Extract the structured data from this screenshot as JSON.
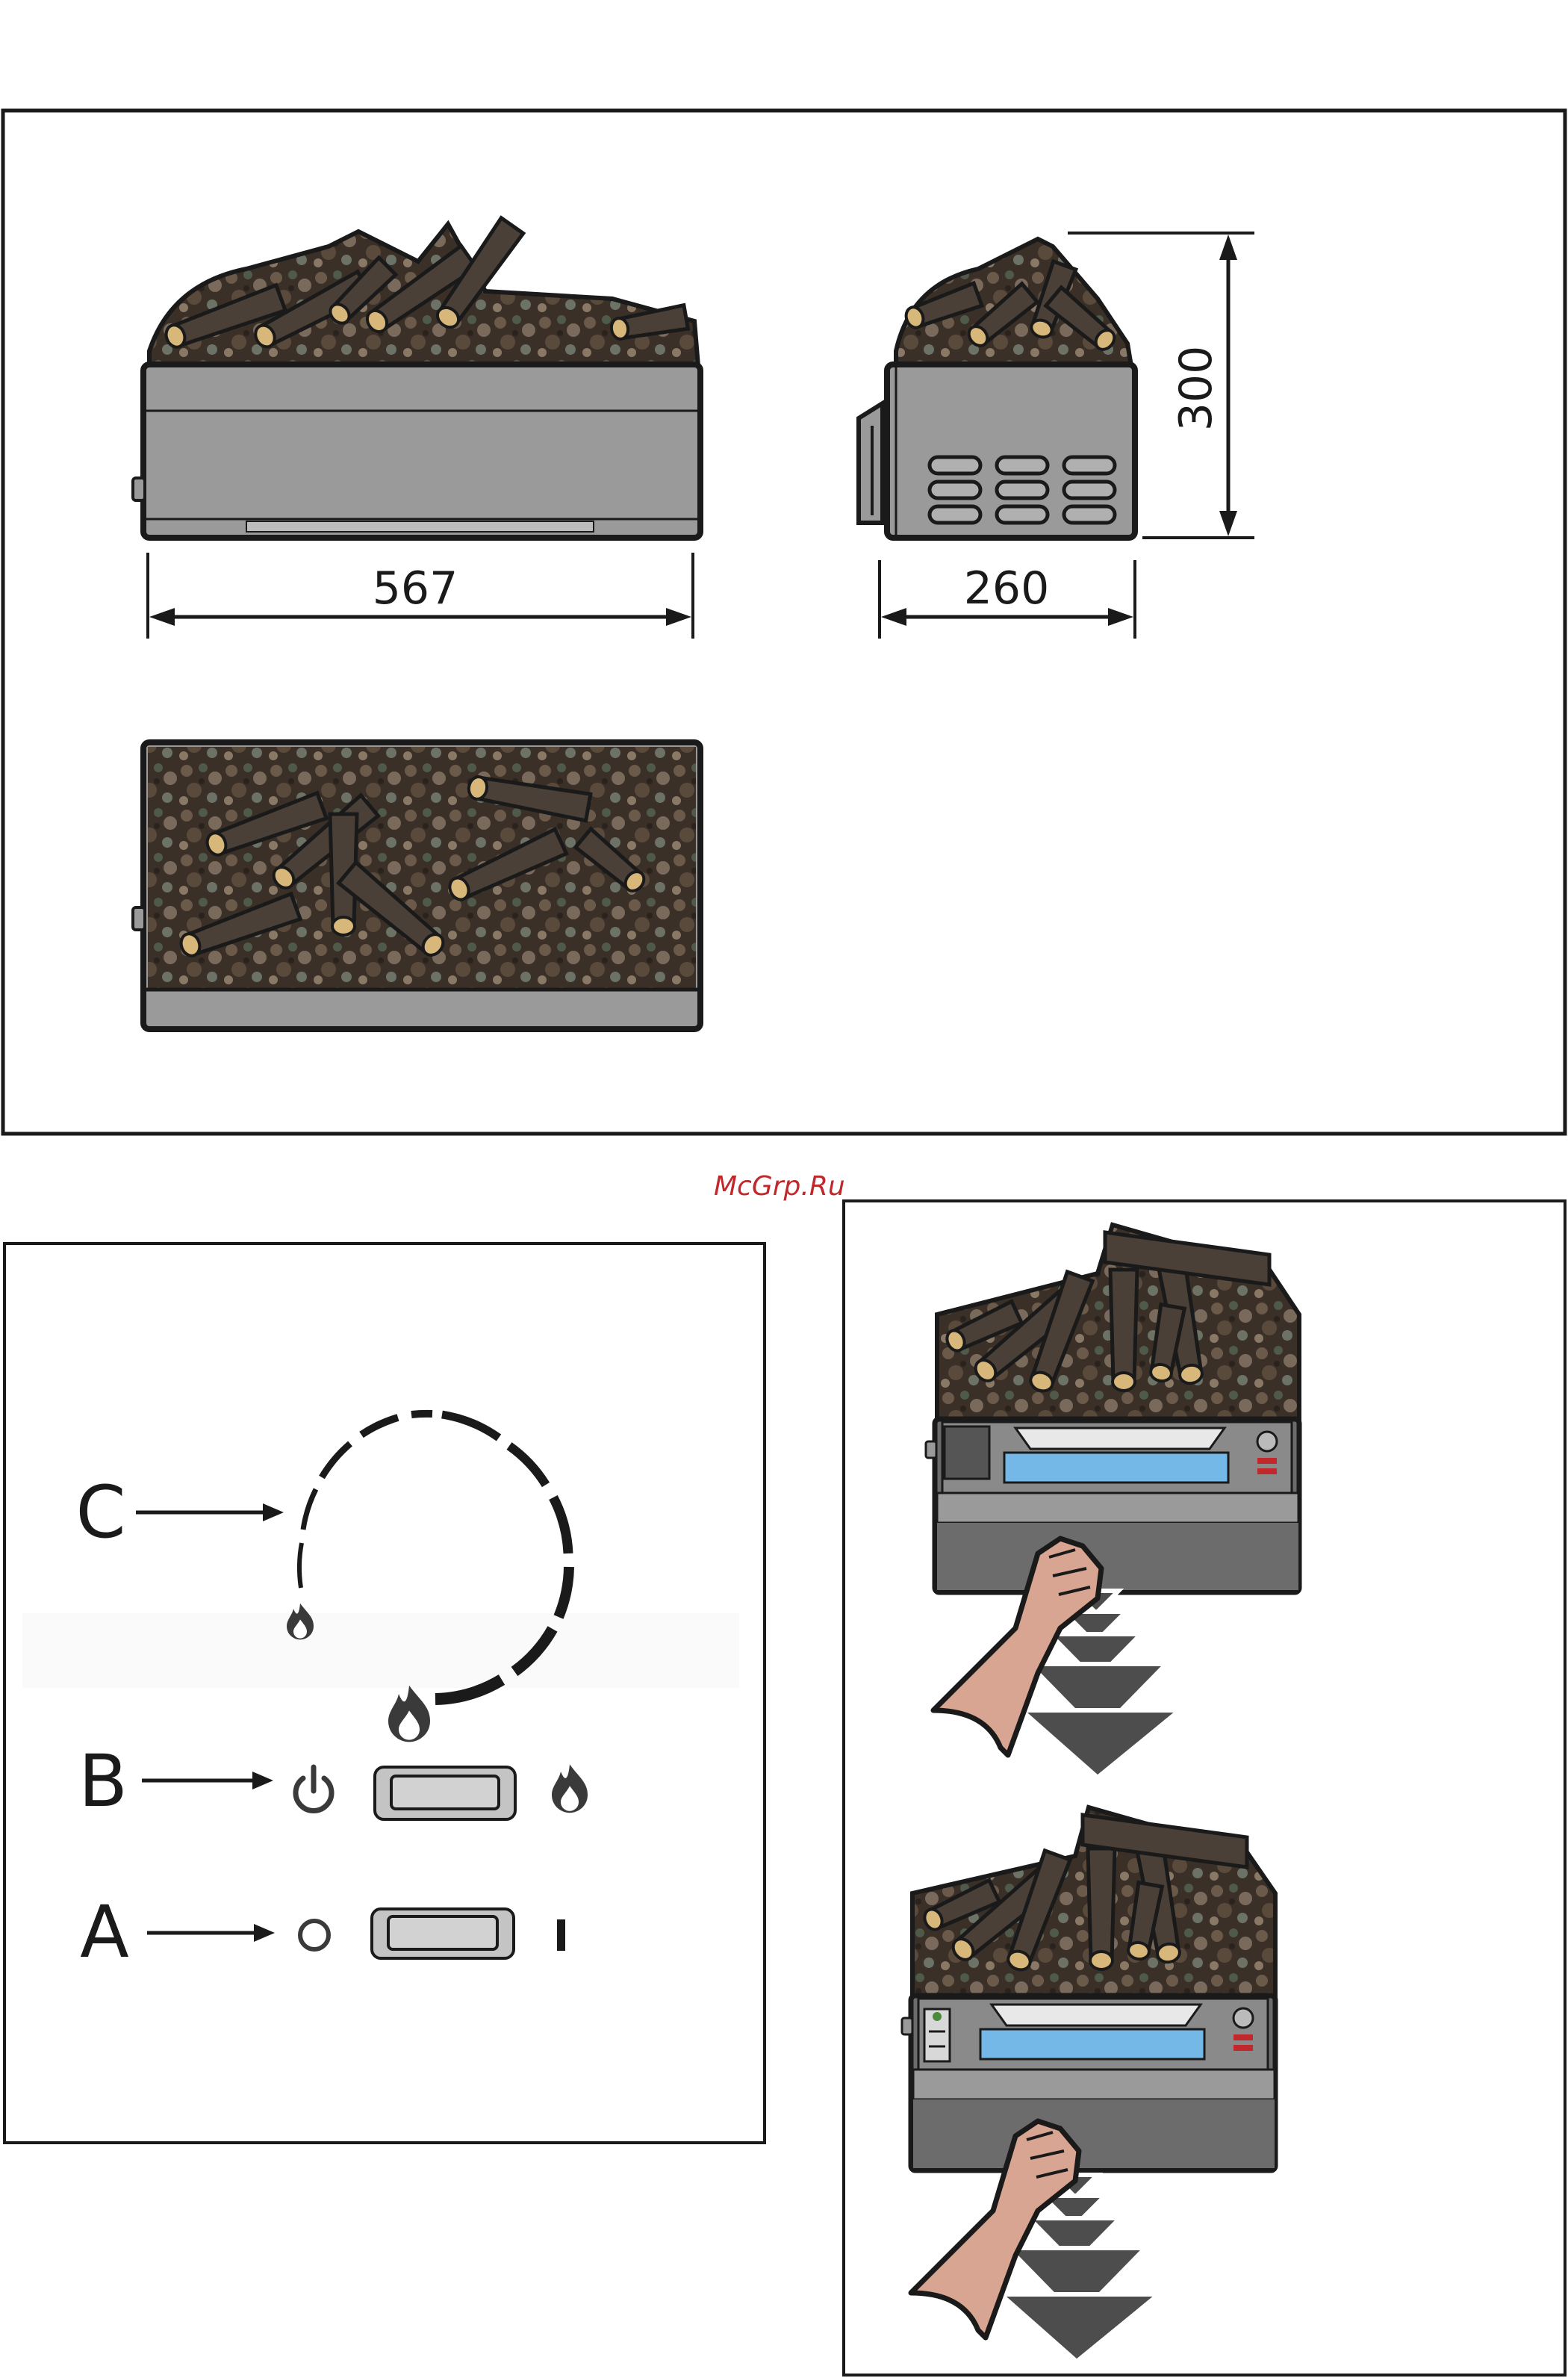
{
  "dimensions": {
    "width_label": "567",
    "depth_label": "260",
    "height_label": "300"
  },
  "control_panel": {
    "label_c": "C",
    "label_b": "B",
    "label_a": "A",
    "switch_a_off_symbol": "O",
    "switch_a_on_symbol": "I",
    "icons": [
      "flame-icon",
      "power-icon",
      "off-circle-icon",
      "on-bar-icon"
    ]
  },
  "watermark": "McGrp.Ru",
  "colors": {
    "outline": "#1a1a1a",
    "unit_gray": "#9a9a9a",
    "unit_dark_gray": "#6c6c6c",
    "log_dark": "#4a4038",
    "log_cut": "#d8b87a",
    "water_tank_blue": "#74b8e8",
    "hand_skin": "#d9a593",
    "arrow_gray": "#4d4d4d",
    "switch_gray": "#c4c4c4"
  }
}
